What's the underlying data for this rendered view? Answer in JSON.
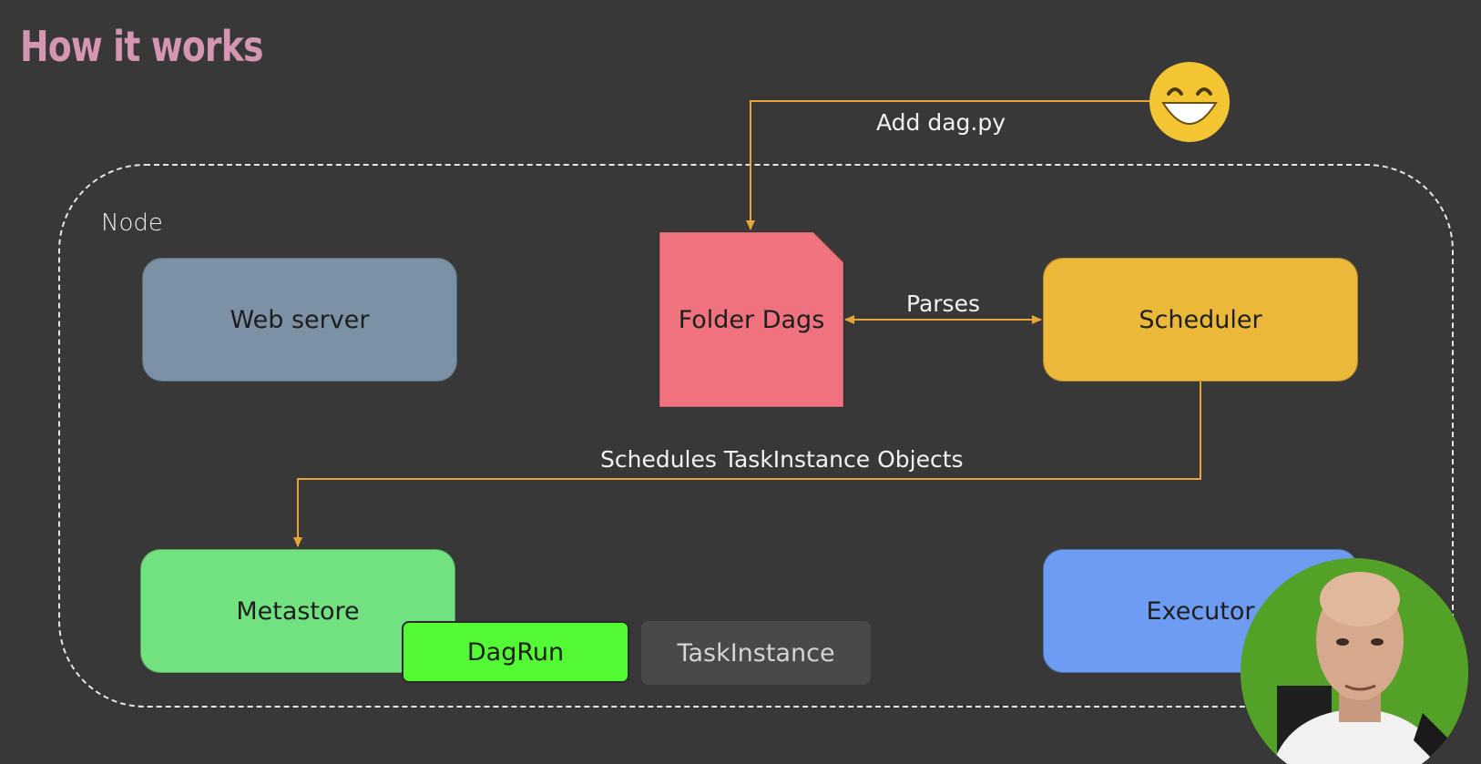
{
  "slide": {
    "title": "How it works",
    "node_label": "Node"
  },
  "components": {
    "web_server": "Web server",
    "folder_dags": "Folder Dags",
    "scheduler": "Scheduler",
    "metastore": "Metastore",
    "executor": "Executor",
    "dagrun": "DagRun",
    "taskinstance": "TaskInstance"
  },
  "edges": {
    "add_dag": "Add dag.py",
    "parses": "Parses",
    "schedules": "Schedules TaskInstance Objects"
  },
  "colors": {
    "background": "#383838",
    "title": "#d496b0",
    "web_server": "#7d91a4",
    "folder_dags": "#ef727e",
    "scheduler": "#ebb83a",
    "metastore": "#72e17f",
    "executor": "#6e9cf2",
    "dagrun": "#54fb34",
    "taskinstance": "#494949",
    "arrow": "#e9a538",
    "webcam_bg": "#54a128"
  },
  "icons": {
    "emoji": "grinning-face-icon",
    "presenter": "presenter-webcam"
  }
}
